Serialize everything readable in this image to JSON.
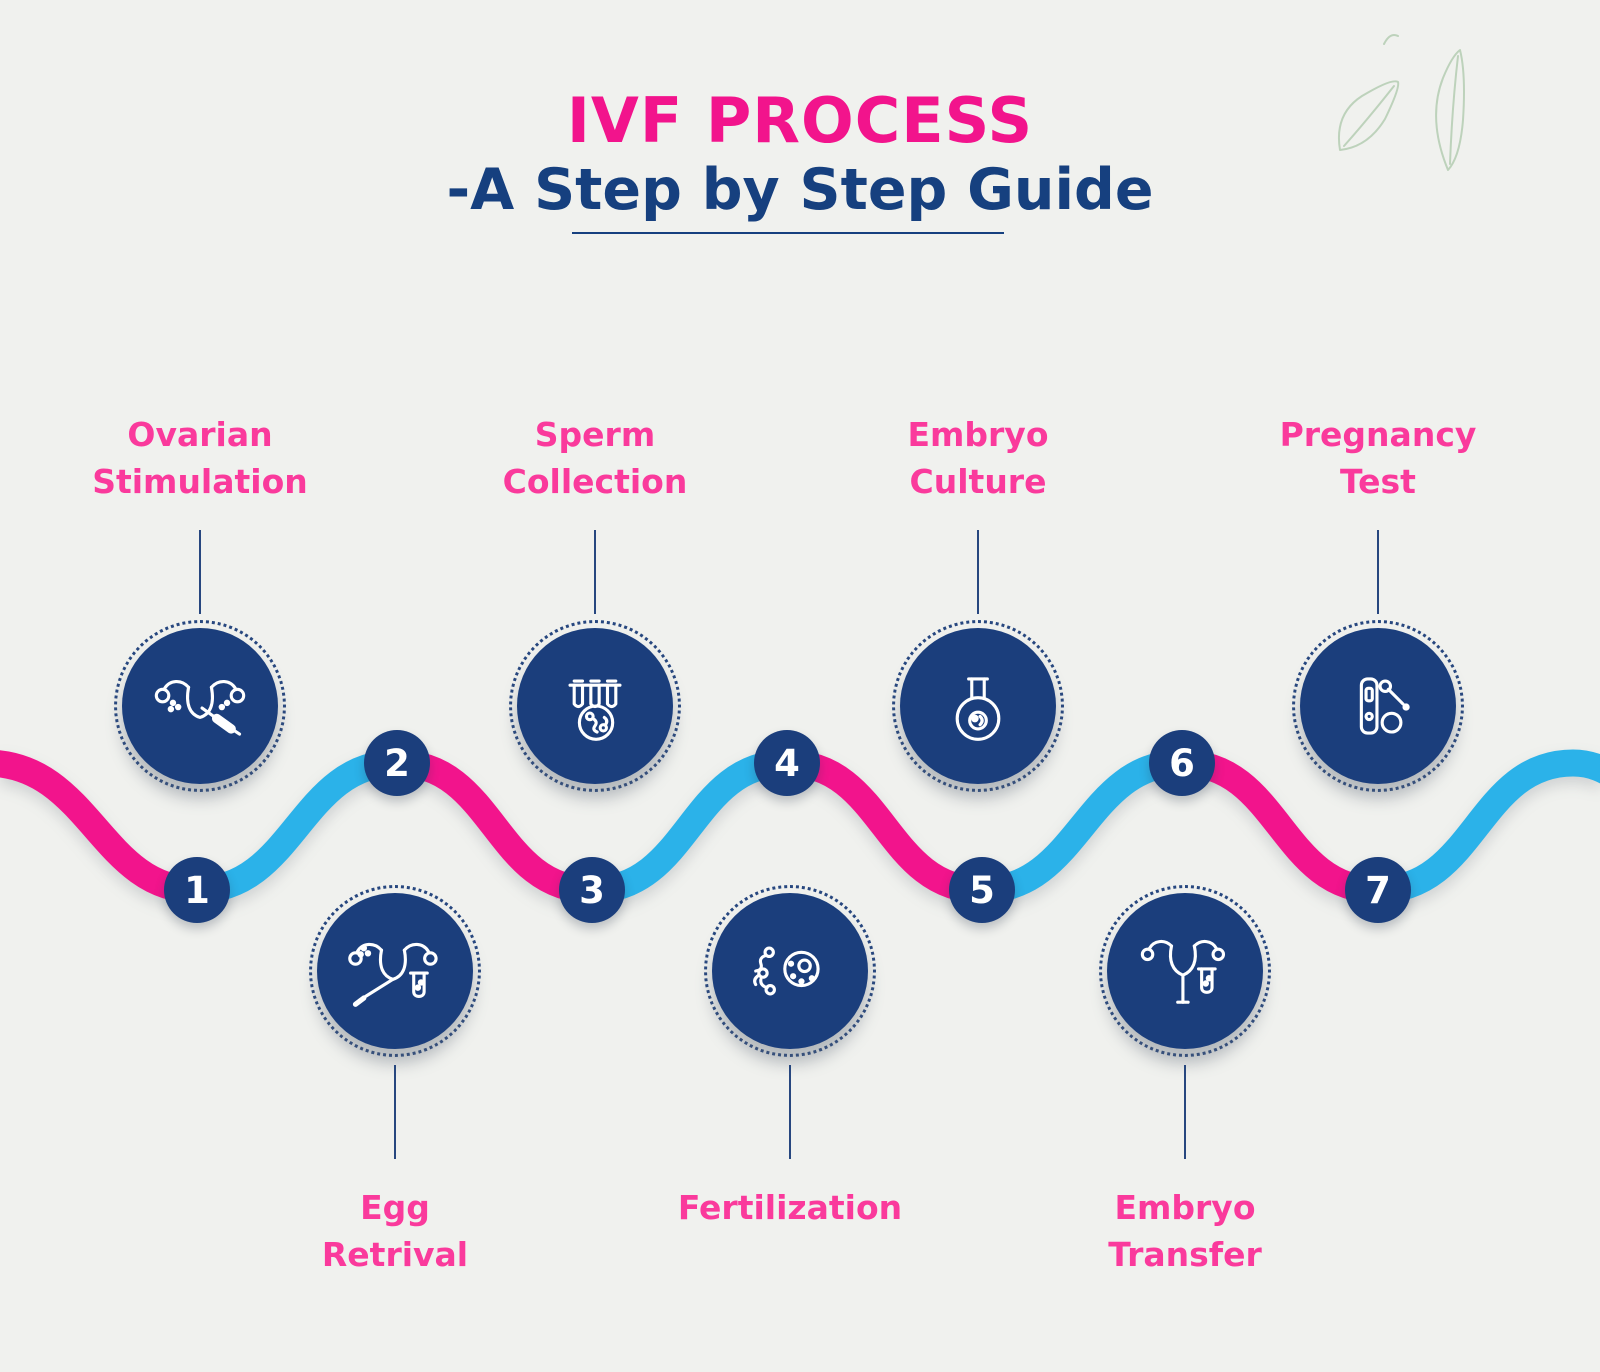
{
  "title": {
    "main": "IVF PROCESS",
    "subtitle": "-A Step by Step Guide"
  },
  "steps": [
    {
      "number": "1",
      "label": "Ovarian\nStimulation",
      "position": "top",
      "icon": "ovarian-stimulation-icon"
    },
    {
      "number": "2",
      "label": "Egg\nRetrival",
      "position": "bottom",
      "icon": "egg-retrieval-icon"
    },
    {
      "number": "3",
      "label": "Sperm\nCollection",
      "position": "top",
      "icon": "sperm-collection-icon"
    },
    {
      "number": "4",
      "label": "Fertilization",
      "position": "bottom",
      "icon": "fertilization-icon"
    },
    {
      "number": "5",
      "label": "Embryo\nCulture",
      "position": "top",
      "icon": "embryo-culture-icon"
    },
    {
      "number": "6",
      "label": "Embryo\nTransfer",
      "position": "bottom",
      "icon": "embryo-transfer-icon"
    },
    {
      "number": "7",
      "label": "Pregnancy\nTest",
      "position": "top",
      "icon": "pregnancy-test-icon"
    }
  ],
  "colors": {
    "title_pink": "#f2148c",
    "label_pink": "#fa3a9c",
    "navy": "#16407f",
    "icon_circle_navy": "#1b3e7c",
    "wave_pink": "#f2148c",
    "wave_blue": "#2bb2e9",
    "background": "#f0f1ee",
    "leaf_green": "#bdd2bb"
  }
}
